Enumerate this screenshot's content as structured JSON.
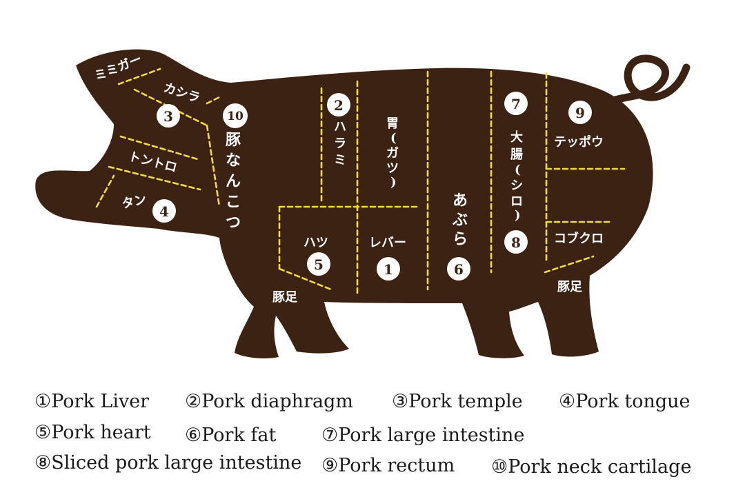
{
  "colors": {
    "body": "#3c2212",
    "cut_lines": "#f2dc3a",
    "text_on_body": "#ffffff",
    "legend_text": "#1a1a1a",
    "number_badge": "#ffffff"
  },
  "diagram": {
    "labels": {
      "mimigar": "ミミガー",
      "kashira": "カシラ",
      "tontoro": "トントロ",
      "tan": "タン",
      "nankotsu": [
        "豚",
        "な",
        "ん",
        "こ",
        "つ"
      ],
      "harami": [
        "ハ",
        "ラ",
        "ミ"
      ],
      "gatsu": [
        "胃",
        "(",
        "ガ",
        "ツ",
        ")"
      ],
      "abura": [
        "あ",
        "ぶ",
        "ら"
      ],
      "shiro": [
        "大",
        "腸",
        "(",
        "シ",
        "ロ",
        ")"
      ],
      "teppou": "テッポウ",
      "hatsu": "ハツ",
      "reba": "レバー",
      "kobukuro": "コブクロ",
      "tonsoku_front": "豚足",
      "tonsoku_back": "豚足"
    },
    "numbers": {
      "n1": "1",
      "n2": "2",
      "n3": "3",
      "n4": "4",
      "n5": "5",
      "n6": "6",
      "n7": "7",
      "n8": "8",
      "n9": "9",
      "n10": "10"
    }
  },
  "legend": {
    "item1": "①Pork Liver",
    "item2": "②Pork diaphragm",
    "item3": "③Pork temple",
    "item4": "④Pork tongue",
    "item5": "⑤Pork heart",
    "item6": "⑥Pork fat",
    "item7": "⑦Pork large intestine",
    "item8": "⑧Sliced pork large intestine",
    "item9": "⑨Pork rectum",
    "item10": "⑩Pork neck cartilage"
  }
}
